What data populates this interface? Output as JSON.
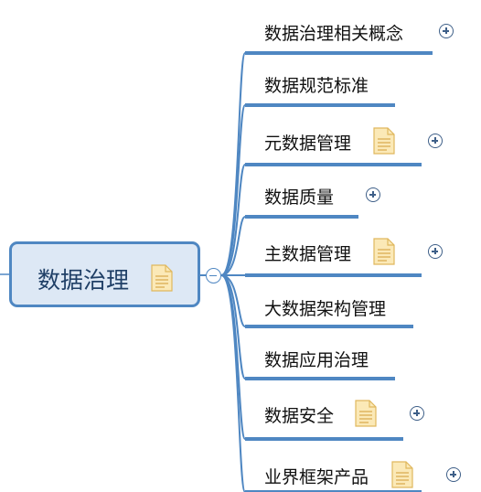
{
  "root": {
    "label": "数据治理",
    "has_note": true,
    "toggle": "collapse"
  },
  "topics": [
    {
      "label": "数据治理相关概念",
      "has_note": false,
      "expandable": true
    },
    {
      "label": "数据规范标准",
      "has_note": false,
      "expandable": false
    },
    {
      "label": "元数据管理",
      "has_note": true,
      "expandable": true
    },
    {
      "label": "数据质量",
      "has_note": false,
      "expandable": true
    },
    {
      "label": "主数据管理",
      "has_note": true,
      "expandable": true
    },
    {
      "label": "大数据架构管理",
      "has_note": false,
      "expandable": false
    },
    {
      "label": "数据应用治理",
      "has_note": false,
      "expandable": false
    },
    {
      "label": "数据安全",
      "has_note": true,
      "expandable": true
    },
    {
      "label": "业界框架产品",
      "has_note": true,
      "expandable": true
    }
  ],
  "colors": {
    "branch": "#4f87c2",
    "root_fill": "#dde8f5",
    "root_text": "#1f3f66",
    "note_fill": "#fbe9b7",
    "note_stroke": "#e0b85e"
  }
}
